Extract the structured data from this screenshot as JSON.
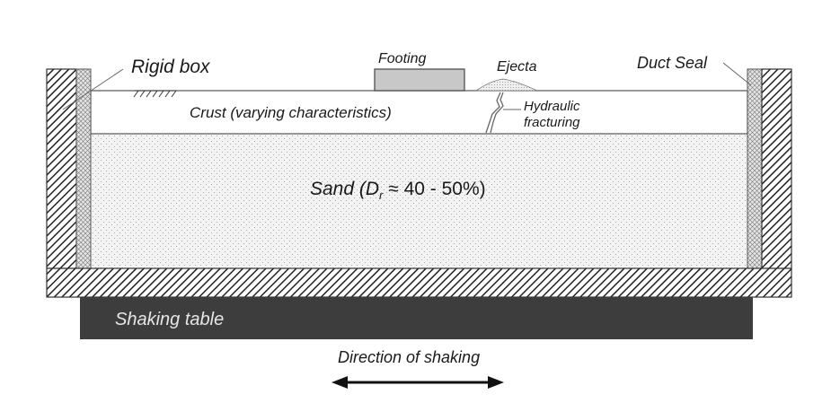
{
  "labels": {
    "rigid_box": "Rigid box",
    "footing": "Footing",
    "ejecta": "Ejecta",
    "duct_seal": "Duct Seal",
    "crust": "Crust (varying characteristics)",
    "hydraulic_line1": "Hydraulic",
    "hydraulic_line2": "fracturing",
    "sand_prefix": "Sand (",
    "sand_d": "D",
    "sand_sub": "r",
    "sand_suffix": " ≈ 40 - 50%)",
    "shaking_table": "Shaking table",
    "direction": "Direction of shaking"
  },
  "colors": {
    "sand_fill": "#f2f2f2",
    "crust_fill": "#ffffff",
    "footing_fill": "#c8c8c8",
    "shaking_table_fill": "#3d3d3d",
    "shaking_table_text": "#e6e6e6",
    "wall_hatch": "#222222",
    "outline": "#555555"
  }
}
